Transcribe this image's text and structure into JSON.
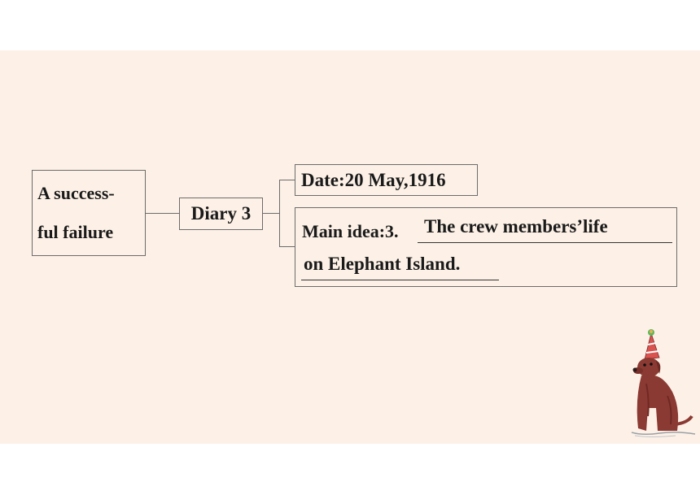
{
  "root": {
    "line1": "A success-",
    "line2": "ful failure"
  },
  "diary": {
    "label": "Diary 3"
  },
  "date": {
    "label": "Date:20 May,1916"
  },
  "main_idea": {
    "label": "Main idea:3.",
    "answer_line1": "The crew members’life",
    "answer_line2": "on Elephant Island."
  },
  "illustration": {
    "icon": "dog-with-party-hat-icon"
  }
}
